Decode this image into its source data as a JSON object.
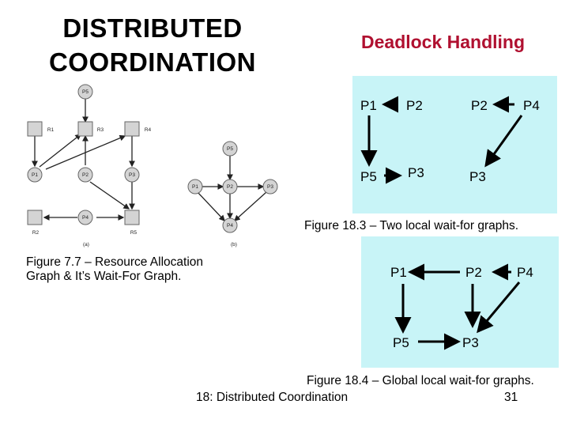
{
  "title": {
    "line1": "DISTRIBUTED",
    "line2": "COORDINATION"
  },
  "subtitle": "Deadlock Handling",
  "left_figure": {
    "caption_line1": "Figure 7.7 – Resource Allocation",
    "caption_line2": "Graph & It’s Wait-For Graph.",
    "panel_labels": {
      "a": "(a)",
      "b": "(b)"
    },
    "rag": {
      "P1": "P1",
      "P2": "P2",
      "P3": "P3",
      "P4": "P4",
      "P5": "P5",
      "R1": "R1",
      "R2": "R2",
      "R3": "R3",
      "R4": "R4",
      "R5": "R5"
    },
    "wfg": {
      "P1": "P1",
      "P2": "P2",
      "P3": "P3",
      "P4": "P4",
      "P5": "P5"
    }
  },
  "local_graphs": {
    "caption": "Figure 18.3 – Two local wait-for graphs.",
    "graph1": {
      "p1": "P1",
      "p2": "P2",
      "p5": "P5",
      "p3": "P3"
    },
    "graph2": {
      "p2": "P2",
      "p4": "P4",
      "p3": "P3"
    }
  },
  "global_graph": {
    "caption": "Figure 18.4 – Global local wait-for graphs.",
    "p1": "P1",
    "p2": "P2",
    "p4": "P4",
    "p5": "P5",
    "p3": "P3"
  },
  "footer": {
    "left": "18: Distributed Coordination",
    "page_number": "31"
  }
}
